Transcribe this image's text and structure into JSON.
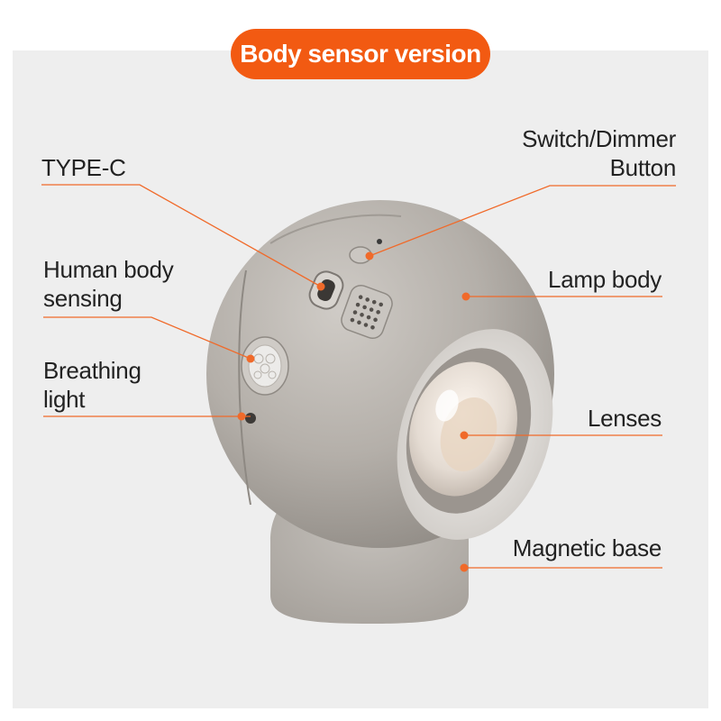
{
  "header": {
    "title": "Body sensor version"
  },
  "labels": {
    "type_c": "TYPE-C",
    "human_body_sensing": [
      "Human body",
      "sensing"
    ],
    "breathing_light": [
      "Breathing",
      "light"
    ],
    "switch_dimmer_button": [
      "Switch/Dimmer",
      "Button"
    ],
    "lamp_body": "Lamp body",
    "lenses": "Lenses",
    "magnetic_base": "Magnetic base"
  },
  "colors": {
    "accent": "#f25a12",
    "panel": "#eeeeee",
    "lamp_body": "#b3aea8",
    "text": "#222222"
  },
  "icons": [
    "usb-c-port-icon",
    "pir-sensor-icon",
    "speaker-grille-icon",
    "lens-icon"
  ]
}
